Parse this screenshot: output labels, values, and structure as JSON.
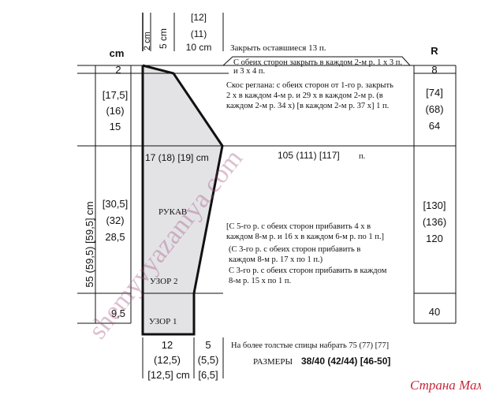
{
  "top_dims": {
    "col1": "2 cm",
    "col2": "5 cm",
    "col3_l1": "[12]",
    "col3_l2": "(11)",
    "col3_l3": "10 cm"
  },
  "header": {
    "cm": "cm",
    "r": "R"
  },
  "left_dims": {
    "row1": "2",
    "row2_l1": "[17,5]",
    "row2_l2": "(16)",
    "row2_l3": "15",
    "row3_l1": "[30,5]",
    "row3_l2": "(32)",
    "row3_l3": "28,5",
    "row4": "9,5",
    "vertical": "55 (59,5) [59,5] cm"
  },
  "right_dims": {
    "row1": "8",
    "row2_l1": "[74]",
    "row2_l2": "(68)",
    "row2_l3": "64",
    "row3_l1": "[130]",
    "row3_l2": "(136)",
    "row3_l3": "120",
    "row4": "40"
  },
  "notes": {
    "close_remaining": "Закрыть оставшиеся 13 п.",
    "close_l1": "С обеих сторон закрыть в каждом 2-м р. 1 х 3 п.",
    "close_l2": "и 3 х 4 п.",
    "raglan_l1": "Скос реглана: с обеих сторон от 1-го р. закрыть",
    "raglan_l2": "2 х в каждом 4-м р. и 29 х в каждом 2-м р. (в",
    "raglan_l3": "каждом 2-м р. 34 х) [в каждом 2-м р. 37 х] 1 п.",
    "width_cm": "17 (18) [19] cm",
    "stitches": "105 (111) [117]",
    "stitches_unit": "п.",
    "sleeve": "РУКАВ",
    "inc_l1": "[С 5-го р. с обеих сторон прибавить 4 х в",
    "inc_l2": "каждом 8-м р. и 16 х в каждом 6-м р. по 1 п.]",
    "inc_l3": "(С 3-го р. с обеих сторон прибавить в",
    "inc_l4": "каждом 8-м р. 17 х по 1 п.)",
    "inc_l5": "С 3-го р. с обеих сторон прибавить в каждом",
    "inc_l6": "8-м р. 15 х по 1 п.",
    "pattern2": "УЗОР 2",
    "pattern1": "УЗОР 1",
    "cast_on": "На более толстые спицы набрать 75 (77) [77]",
    "sizes_label": "РАЗМЕРЫ",
    "sizes_values": "38/40 (42/44) [46-50]"
  },
  "bottom_dims": {
    "a_l1": "12",
    "a_l2": "(12,5)",
    "a_l3": "[12,5] cm",
    "b_l1": "5",
    "b_l2": "(5,5)",
    "b_l3": "[6,5]"
  },
  "watermark": "shemyvyazaniya.com",
  "logo": "Страна Мам",
  "colors": {
    "fill": "#e3e3e6",
    "line": "#111111",
    "watermark": "#a04c7a",
    "logo": "#c8283a"
  }
}
